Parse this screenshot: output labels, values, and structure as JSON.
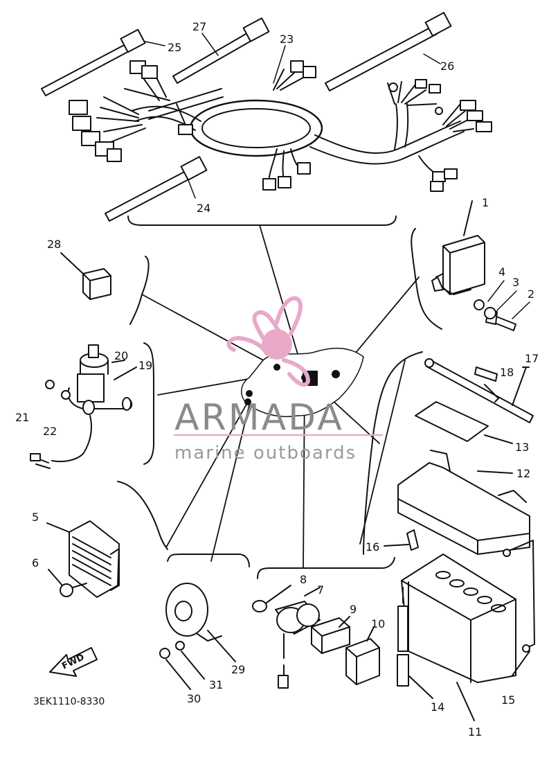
{
  "diagram": {
    "drawing_code": "3EK1110-8330",
    "fwd_label": "FWD",
    "part_numbers": [
      "1",
      "2",
      "3",
      "4",
      "5",
      "6",
      "7",
      "8",
      "9",
      "10",
      "11",
      "12",
      "13",
      "14",
      "15",
      "16",
      "17",
      "18",
      "19",
      "20",
      "21",
      "22",
      "23",
      "24",
      "25",
      "26",
      "27",
      "28",
      "29",
      "30",
      "31"
    ]
  },
  "watermark": {
    "brand": "ARMADA",
    "tagline": "marine outboards",
    "colors": {
      "pink": "#e8a9c8",
      "gray": "#8a8a8a"
    }
  }
}
